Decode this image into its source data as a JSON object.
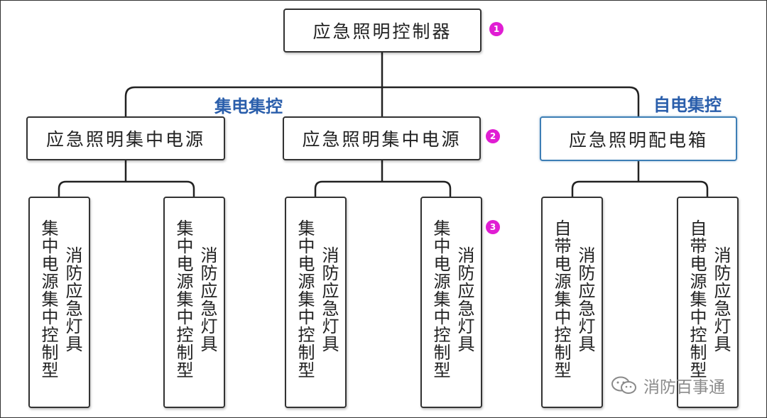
{
  "root": {
    "label": "应急照明控制器",
    "badge": "1"
  },
  "branch_labels": {
    "left": "集电集控",
    "right": "自电集控"
  },
  "mid_nodes": [
    {
      "label": "应急照明集中电源"
    },
    {
      "label": "应急照明集中电源",
      "badge": "2"
    },
    {
      "label": "应急照明配电箱"
    }
  ],
  "leaves": [
    {
      "col_right": "消防应急灯具",
      "col_left": "集中电源集中控制型"
    },
    {
      "col_right": "消防应急灯具",
      "col_left": "集中电源集中控制型"
    },
    {
      "col_right": "消防应急灯具",
      "col_left": "集中电源集中控制型"
    },
    {
      "col_right": "消防应急灯具",
      "col_left": "集中电源集中控制型",
      "badge": "3"
    },
    {
      "col_right": "消防应急灯具",
      "col_left": "自带电源集中控制型"
    },
    {
      "col_right": "消防应急灯具",
      "col_left": "自带电源集中控制型"
    }
  ],
  "watermark": {
    "text": "消防百事通",
    "icon": "wechat-icon"
  },
  "colors": {
    "badge": "#e01dd3",
    "branch_label": "#2a5eab",
    "highlight_border": "#3d7eb5",
    "line": "#222222"
  }
}
